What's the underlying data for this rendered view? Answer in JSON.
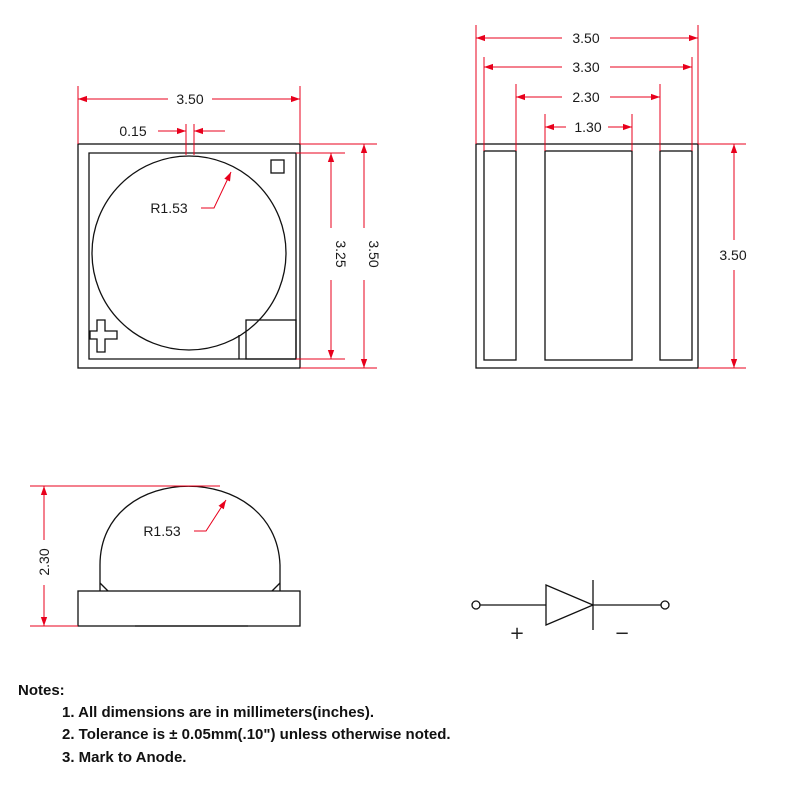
{
  "top_view": {
    "width_dim": "3.50",
    "gap_dim": "0.15",
    "radius_dim": "R1.53",
    "inner_height_dim": "3.25",
    "height_dim": "3.50"
  },
  "bottom_view": {
    "overall_width_dim": "3.50",
    "outer_pads_dim": "3.30",
    "inner_span_dim": "2.30",
    "center_pad_dim": "1.30",
    "height_dim": "3.50"
  },
  "side_view": {
    "height_dim": "2.30",
    "radius_dim": "R1.53"
  },
  "schematic": {
    "anode_sign": "+",
    "cathode_sign": "−"
  },
  "notes": {
    "title": "Notes:",
    "items": [
      "1. All dimensions are in millimeters(inches).",
      "2. Tolerance is ± 0.05mm(.10\") unless otherwise noted.",
      "3. Mark to Anode."
    ]
  },
  "colors": {
    "dimension_lines": "#e8001c",
    "outline": "#111111"
  }
}
